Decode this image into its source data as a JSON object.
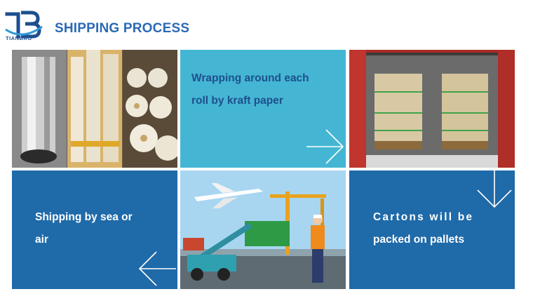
{
  "header": {
    "logo_text": "TIANBAO",
    "title": "SHIPPING PROCESS"
  },
  "colors": {
    "title": "#2a69b5",
    "tile_cyan": "#44b6d4",
    "tile_blue": "#1f6aa9",
    "container_red": "#b92f2a"
  },
  "tiles": [
    {
      "id": "photo-rolls",
      "kind": "photo"
    },
    {
      "id": "wrapping",
      "kind": "text",
      "line1": "Wrapping around each",
      "line2": "roll by kraft paper",
      "icon": "arrow-right-icon"
    },
    {
      "id": "photo-container",
      "kind": "photo"
    },
    {
      "id": "shipping",
      "kind": "text",
      "line1": "Shipping by sea or",
      "line2": "air",
      "icon": "arrow-left-icon"
    },
    {
      "id": "photo-port",
      "kind": "photo"
    },
    {
      "id": "cartons",
      "kind": "text",
      "line1": "Cartons will be",
      "line2": "packed on pallets",
      "icon": "arrow-down-icon"
    }
  ]
}
